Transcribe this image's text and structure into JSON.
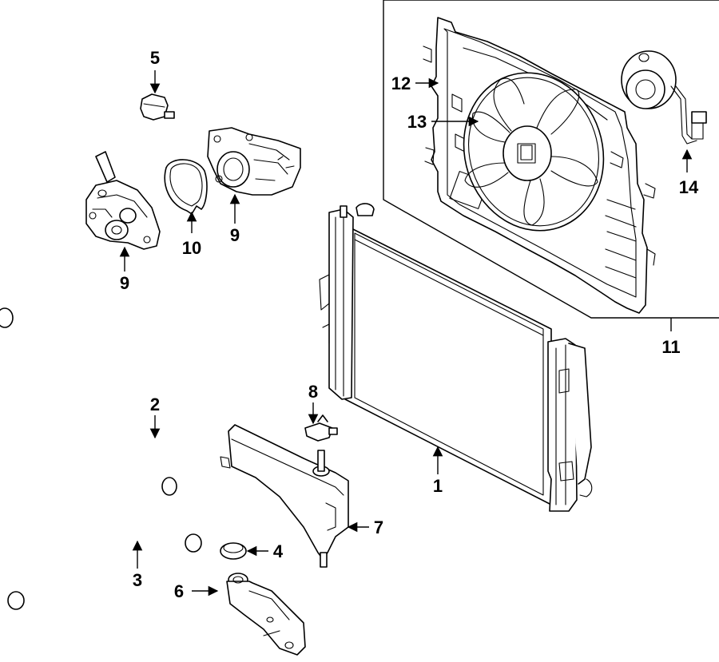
{
  "callouts": {
    "c1": "1",
    "c2": "2",
    "c3": "3",
    "c4": "4",
    "c5": "5",
    "c6": "6",
    "c7": "7",
    "c8": "8",
    "c9a": "9",
    "c9b": "9",
    "c10": "10",
    "c11": "11",
    "c12": "12",
    "c13": "13",
    "c14": "14"
  }
}
